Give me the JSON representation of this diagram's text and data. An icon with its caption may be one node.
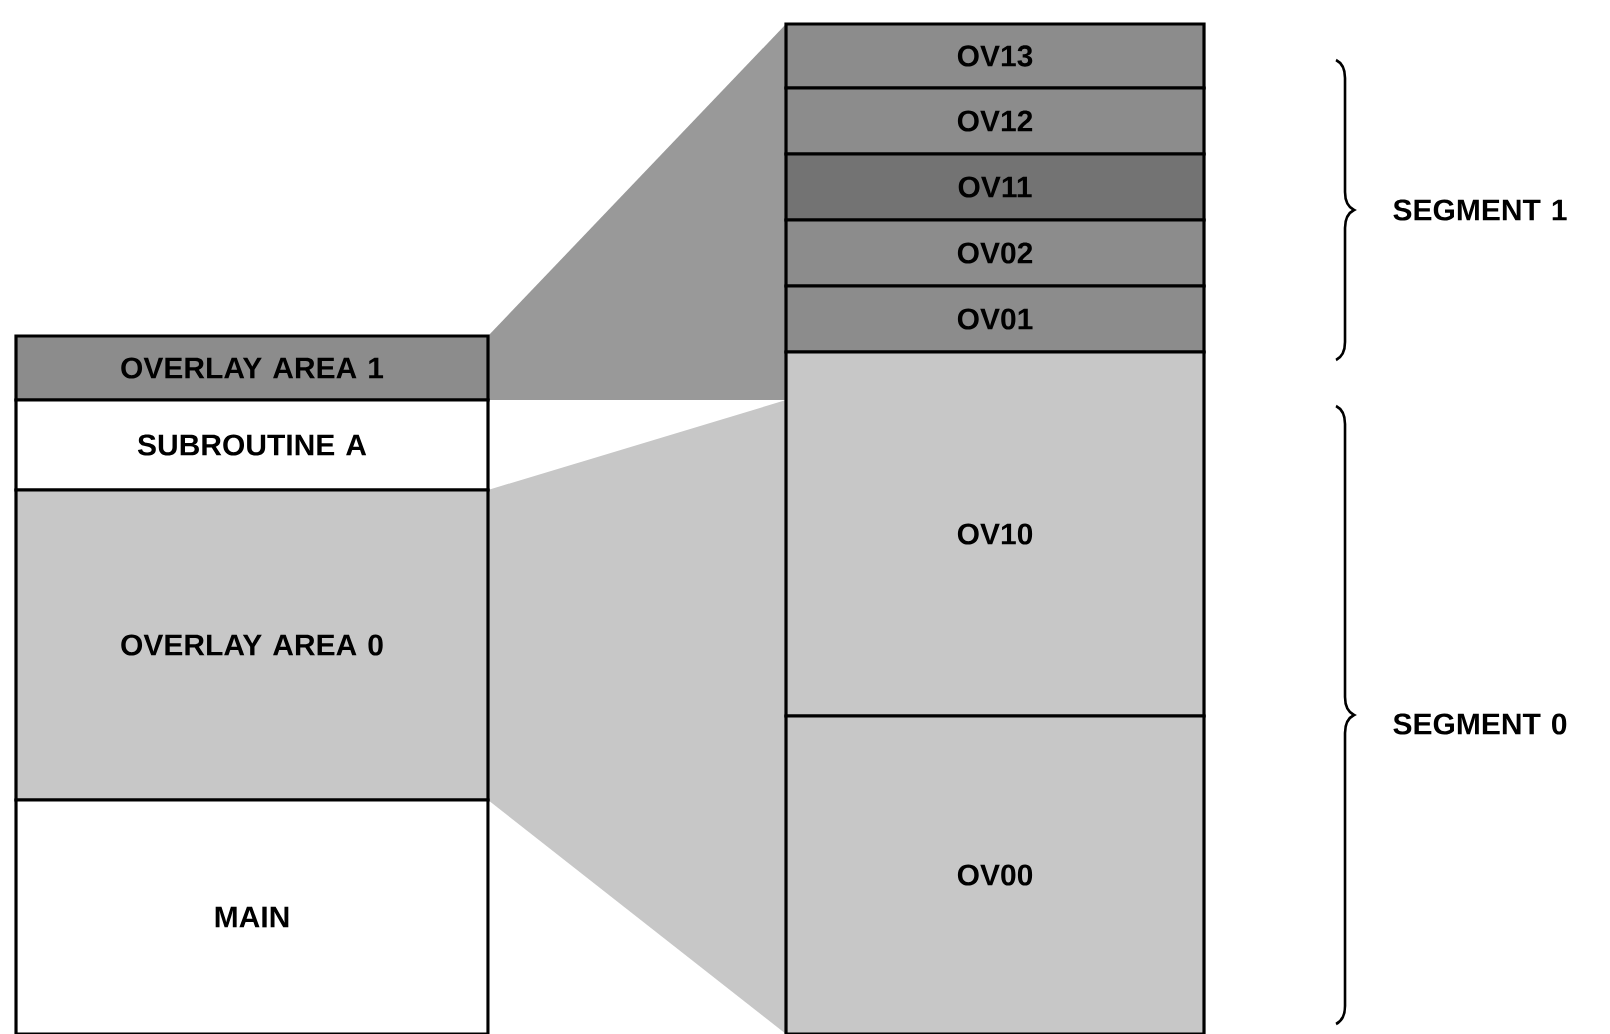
{
  "diagram": {
    "nodes": [
      {
        "text": [
          "OVERLAY AREA 1"
        ]
      },
      {
        "text": [
          "SUBROUTINE A"
        ]
      },
      {
        "text": [
          "OVERLAY AREA 0"
        ]
      },
      {
        "text": [
          "MAIN"
        ]
      },
      {
        "text": [
          "OV13"
        ]
      },
      {
        "text": [
          "OV12"
        ]
      },
      {
        "text": [
          "OV11"
        ]
      },
      {
        "text": [
          "OV02"
        ]
      },
      {
        "text": [
          "OV01"
        ]
      },
      {
        "text": [
          "OV10"
        ]
      },
      {
        "text": [
          "OV00"
        ]
      }
    ],
    "labels": [
      "SEGMENT 1",
      "SEGMENT 0"
    ]
  }
}
